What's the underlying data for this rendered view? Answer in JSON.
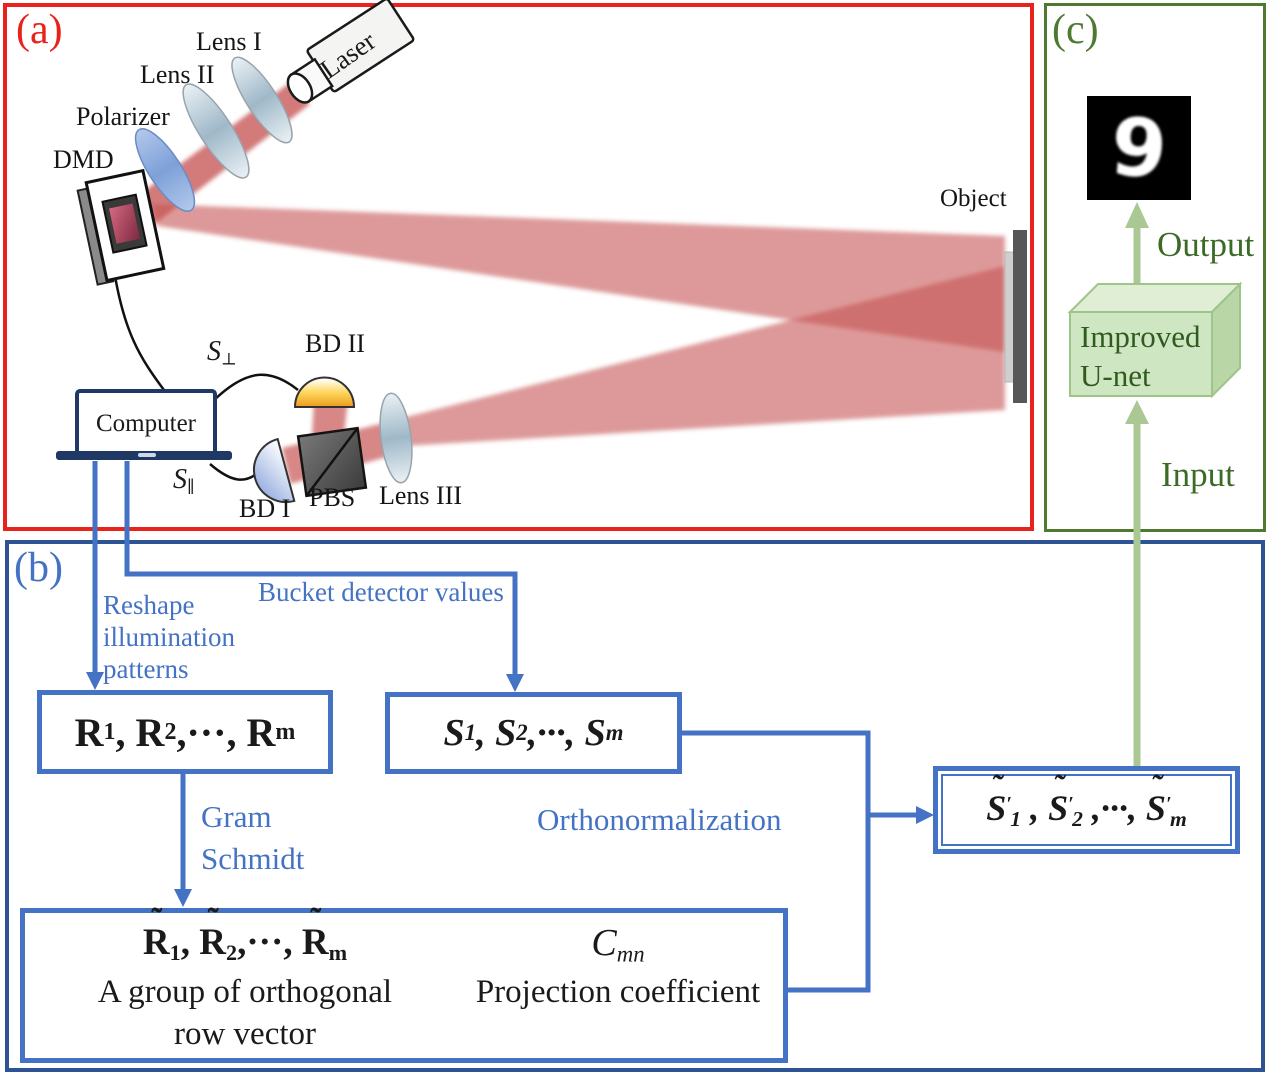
{
  "panel_a": {
    "label": "(a)",
    "laser": "Laser",
    "lens1": "Lens I",
    "lens2": "Lens II",
    "polarizer": "Polarizer",
    "dmd": "DMD",
    "object": "Object",
    "computer": "Computer",
    "bd2": "BD II",
    "bd1": "BD I",
    "pbs": "PBS",
    "lens3": "Lens III",
    "s_perp": [
      {
        "t": "S",
        "s": "⊥"
      }
    ],
    "s_par": [
      {
        "t": "S",
        "s": "∥"
      }
    ]
  },
  "panel_b": {
    "label": "(b)",
    "reshape": [
      "Reshape",
      "illumination",
      "patterns"
    ],
    "bucket": "Bucket detector values",
    "gram": [
      "Gram",
      "Schmidt"
    ],
    "ortho": "Orthonormalization",
    "r_box": [
      {
        "t": "R",
        "s": "1"
      },
      {
        "t": ", R",
        "s": "2"
      },
      {
        "t": ",···, R",
        "s": "m"
      }
    ],
    "s_box": [
      {
        "t": "S",
        "s": "1"
      },
      {
        "t": " , S",
        "s": "2"
      },
      {
        "t": " ,···, S",
        "s": "m"
      }
    ],
    "r_tilde": [
      {
        "t": "R",
        "m": "˜",
        "s": "1"
      },
      {
        "t": ", "
      },
      {
        "t": "R",
        "m": "˜",
        "s": "2"
      },
      {
        "t": ",···, "
      },
      {
        "t": "R",
        "m": "˜",
        "s": "m"
      }
    ],
    "cmn": [
      {
        "t": "C",
        "s": "mn"
      }
    ],
    "orthogonal_caption_1": "A group of orthogonal",
    "orthogonal_caption_2": "row vector",
    "projection_caption": "Projection coefficient",
    "s_tilde": [
      {
        "t": "S",
        "m": "˜",
        "p": "′",
        "s": "1"
      },
      {
        "t": " , "
      },
      {
        "t": "S",
        "m": "˜",
        "p": "′",
        "s": "2"
      },
      {
        "t": " ,···, "
      },
      {
        "t": "S",
        "m": "˜",
        "p": "′",
        "s": "m"
      }
    ]
  },
  "panel_c": {
    "label": "(c)",
    "digit": "9",
    "output": "Output",
    "input": "Input",
    "unet_line1": "Improved",
    "unet_line2": "U-net"
  },
  "colors": {
    "panel_a_border": "#e8231e",
    "panel_b_border": "#2e5395",
    "panel_c_border": "#4e7a30",
    "flow_blue": "#4472c4",
    "green_arrow": "#a9c894",
    "green_text": "#2f5b1e",
    "unet_fill": "#cfe6c2",
    "beam_red": "#c75555",
    "computer_navy": "#1f3864",
    "bd2_fill": "#ffc550"
  }
}
